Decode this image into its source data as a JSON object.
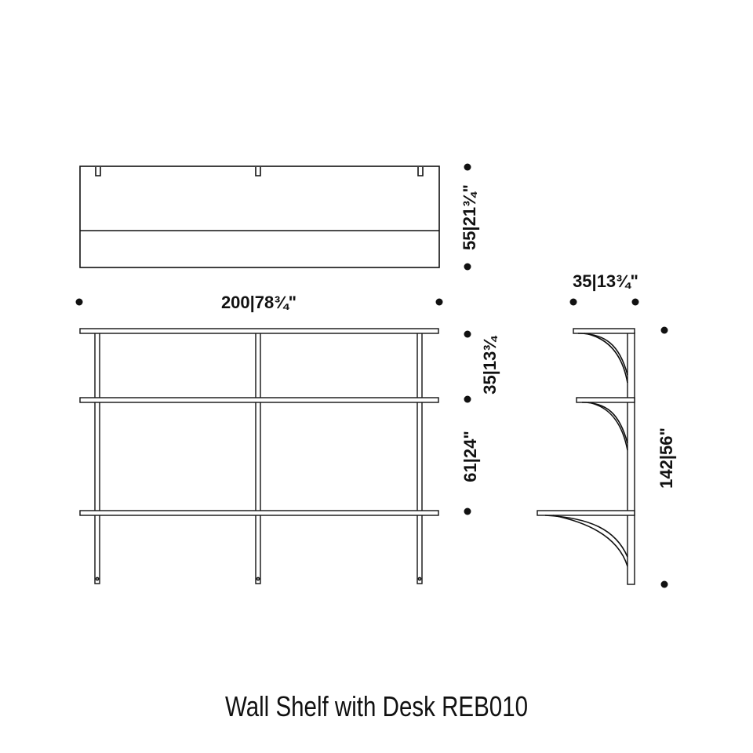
{
  "title": "Wall Shelf with Desk REB010",
  "dimensions": {
    "top_height": "55|21¾\"",
    "width": "200|78¾\"",
    "upper_gap": "35|13¾",
    "lower_gap": "61|24\"",
    "depth": "35|13¾\"",
    "total_height": "142|56\""
  }
}
